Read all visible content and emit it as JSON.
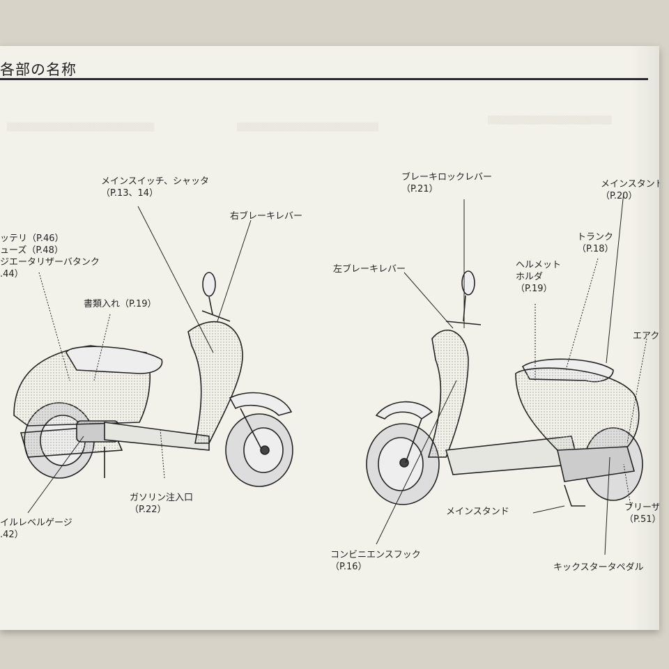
{
  "header": {
    "title": "各部の名称"
  },
  "labels": {
    "main_switch": {
      "name": "メインスイッチ、シャッタ",
      "ref": "（P.13、14）"
    },
    "right_brake": {
      "name": "右ブレーキレバー"
    },
    "battery": {
      "name": "ッテリ（P.46）"
    },
    "fuse": {
      "name": "ューズ（P.48）"
    },
    "radiator": {
      "name": "ジエータリザーバタンク"
    },
    "radiator_ref": {
      "ref": ".44）"
    },
    "document_holder": {
      "name": "書類入れ（P.19）"
    },
    "gasoline": {
      "name": "ガソリン注入口",
      "ref": "（P.22）"
    },
    "oil_gauge": {
      "name": "イルレベルゲージ",
      "ref": ".42）"
    },
    "brake_lock": {
      "name": "ブレーキロックレバー",
      "ref": "（P.21）"
    },
    "left_brake": {
      "name": "左ブレーキレバー"
    },
    "main_stand_top": {
      "name": "メインスタンドロ",
      "ref": "（P.20）"
    },
    "trunk": {
      "name": "トランク",
      "ref": "（P.18）"
    },
    "helmet_holder": {
      "name1": "ヘルメット",
      "name2": "ホルダ",
      "ref": "（P.19）"
    },
    "air_cleaner": {
      "name": "エアクリ"
    },
    "main_stand": {
      "name": "メインスタンド"
    },
    "breather": {
      "name": "ブリーザド",
      "ref": "（P.51）"
    },
    "convenience_hook": {
      "name": "コンビニエンスフック",
      "ref": "（P.16）"
    },
    "kick_starter": {
      "name": "キックスタータペダル"
    }
  }
}
